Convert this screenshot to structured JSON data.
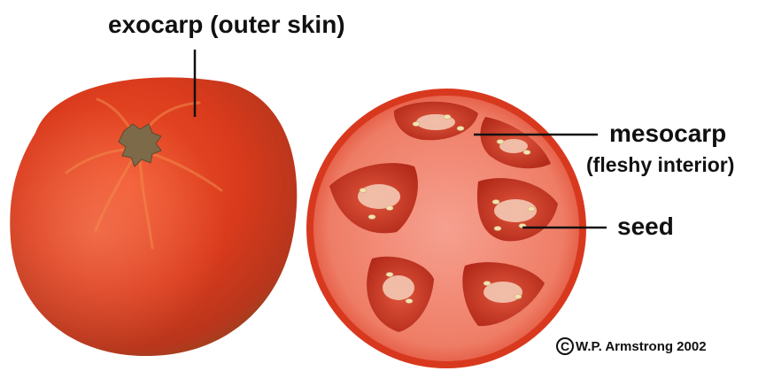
{
  "labels": {
    "exocarp": "exocarp (outer skin)",
    "mesocarp": "mesocarp",
    "mesocarp_note": "(fleshy interior)",
    "seed": "seed"
  },
  "credit": {
    "symbol": "C",
    "text": "W.P. Armstrong 2002"
  },
  "colors": {
    "skin": "#e0361c",
    "flesh": "#f08a78",
    "locule": "#c83a26",
    "seed": "#f3e2b4",
    "text": "#111111"
  }
}
